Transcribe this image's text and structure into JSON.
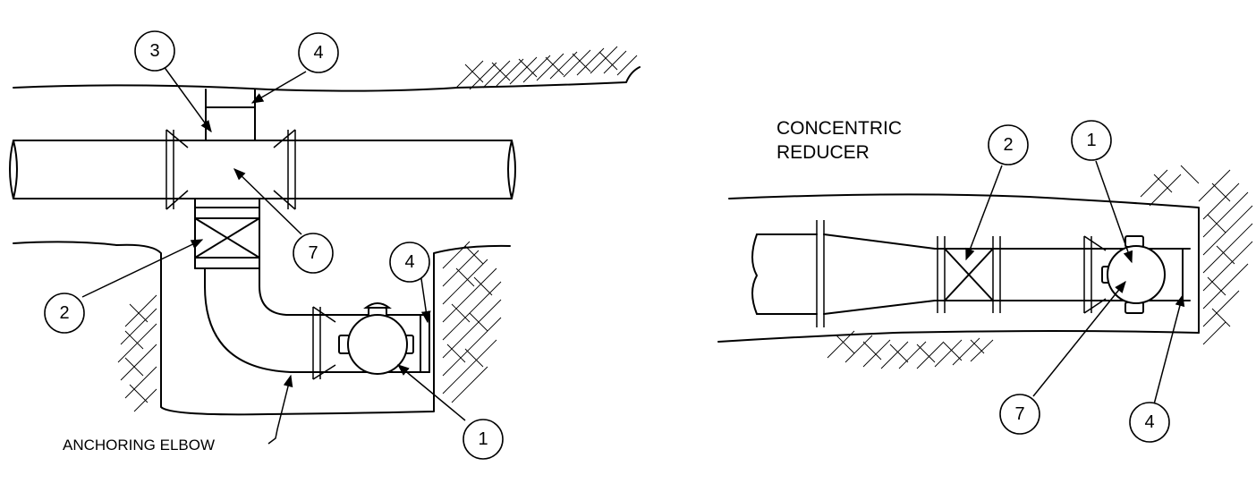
{
  "labels": {
    "anchoring_elbow": "ANCHORING ELBOW",
    "concentric_line1": "CONCENTRIC",
    "concentric_line2": "REDUCER"
  },
  "callouts_left": {
    "c3": "3",
    "c4_top": "4",
    "c7": "7",
    "c2": "2",
    "c4_right": "4",
    "c1": "1"
  },
  "callouts_right": {
    "c2": "2",
    "c1": "1",
    "c7": "7",
    "c4": "4"
  }
}
